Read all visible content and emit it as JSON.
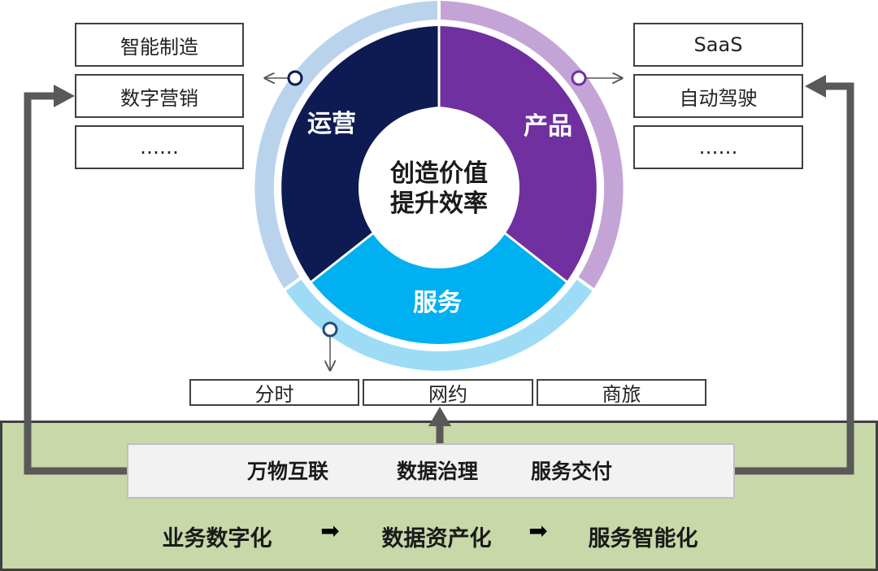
{
  "center": {
    "line1": "创造价值",
    "line2": "提升效率"
  },
  "segments": {
    "operations": {
      "label": "运营",
      "color": "#0d1b52",
      "ring_color": "#b9d3ec"
    },
    "product": {
      "label": "产品",
      "color": "#7030a0",
      "ring_color": "#c4a4d6"
    },
    "service": {
      "label": "服务",
      "color": "#00b0f0",
      "ring_color": "#9edcf6"
    }
  },
  "operations_boxes": [
    "智能制造",
    "数字营销",
    "……"
  ],
  "product_boxes": [
    "SaaS",
    "自动驾驶",
    "……"
  ],
  "service_boxes": [
    "分时",
    "网约",
    "商旅"
  ],
  "tech_bar": [
    "万物互联",
    "数据治理",
    "服务交付"
  ],
  "flow": {
    "step1": "业务数字化",
    "step2": "数据资产化",
    "step3": "服务智能化",
    "arrow": "➡"
  },
  "colors": {
    "panel": "#c8d8a8",
    "connector": "#595959"
  }
}
